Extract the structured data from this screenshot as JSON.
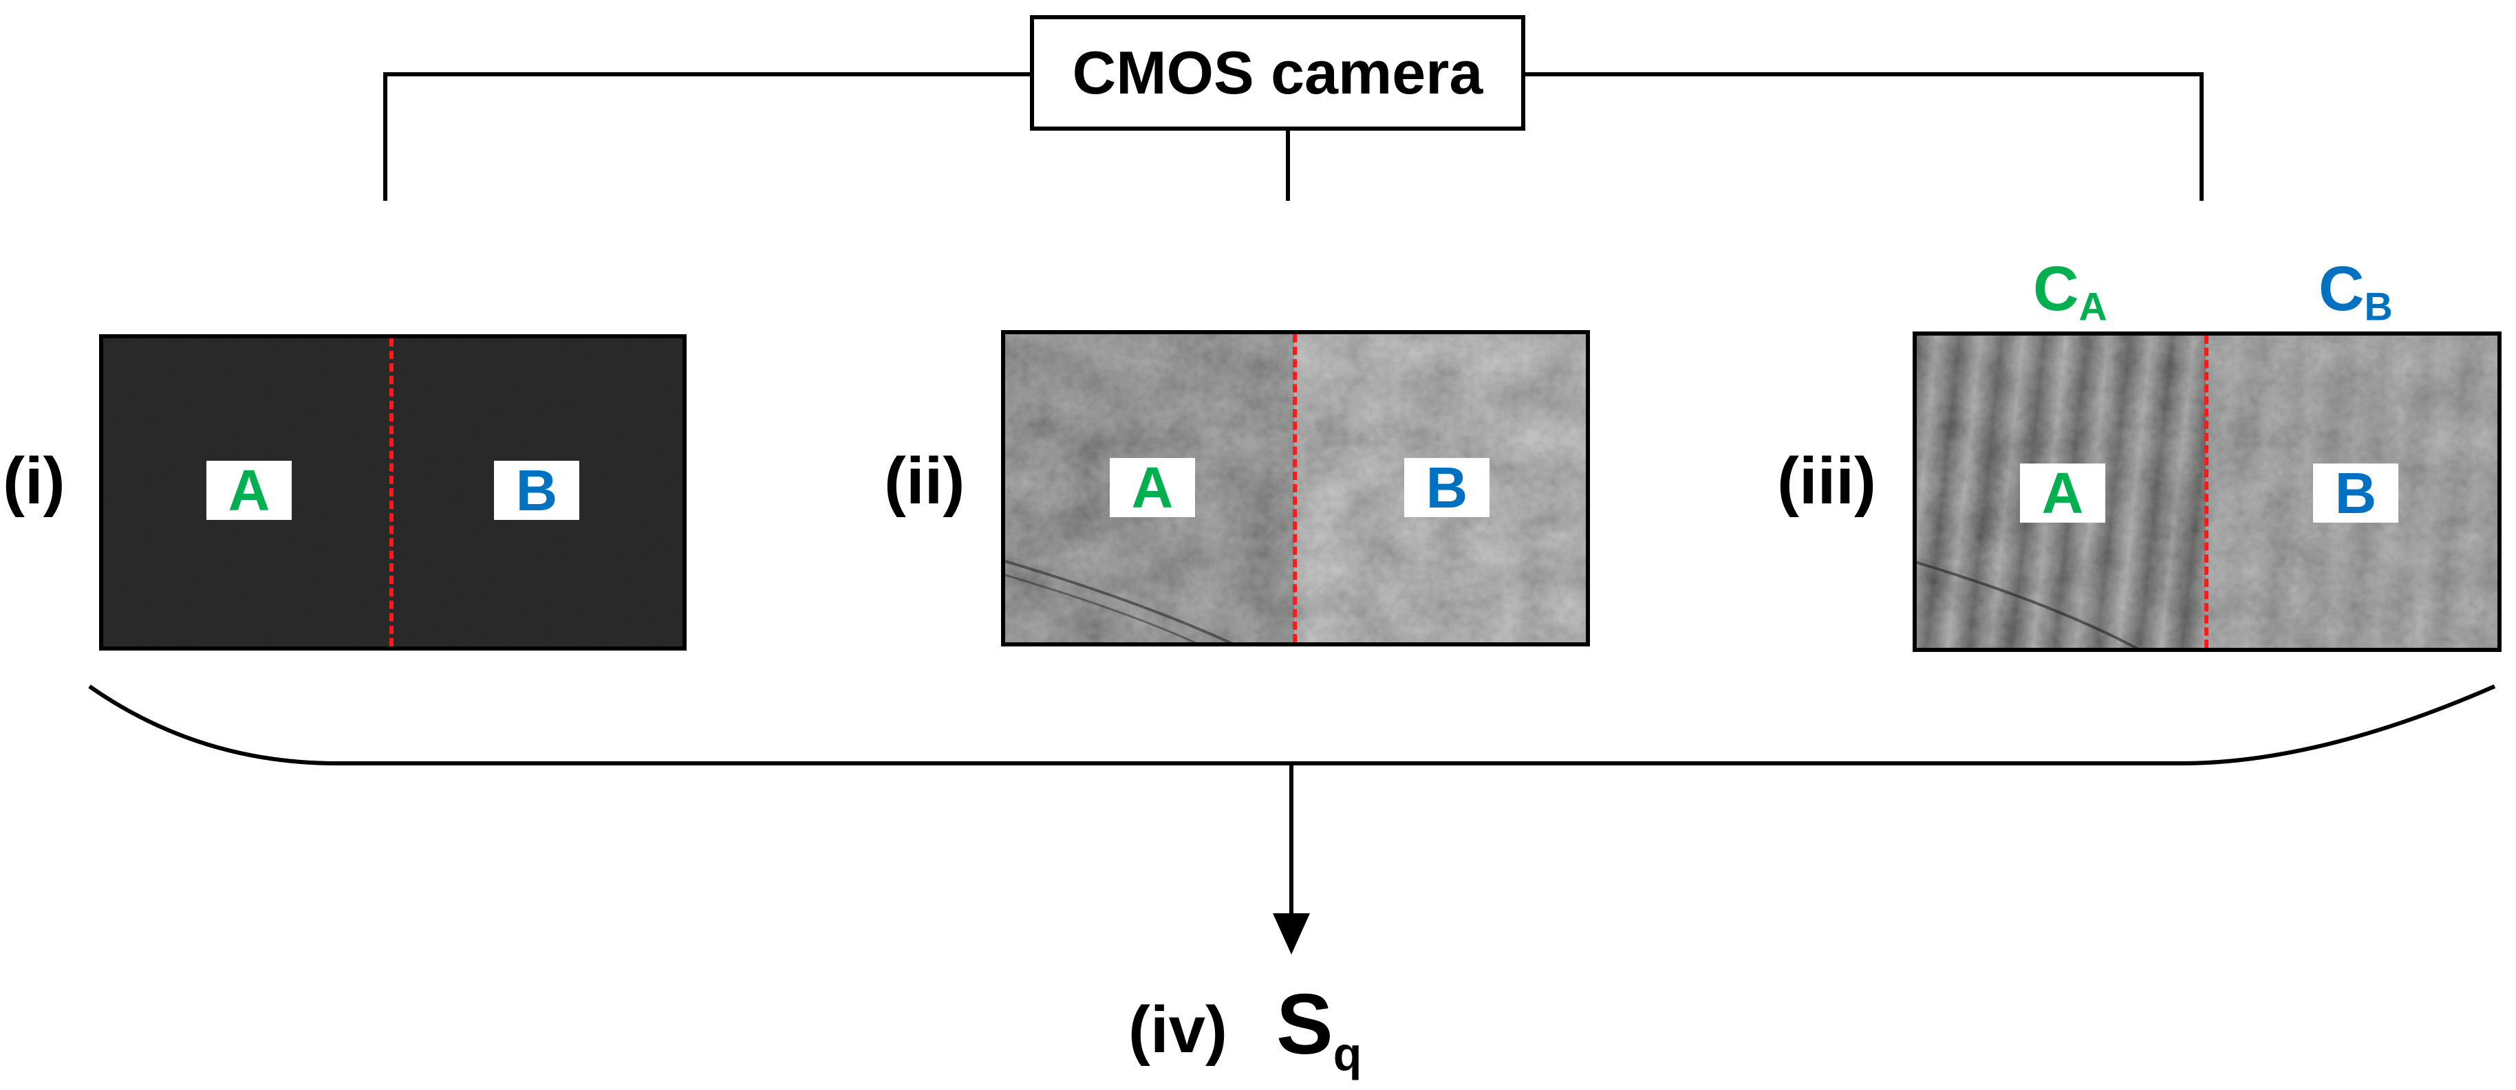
{
  "camera": {
    "label": "CMOS camera"
  },
  "colors": {
    "region_a": "#00b050",
    "region_b": "#0070c0",
    "divider": "#ff1a1a",
    "line": "#000000"
  },
  "panels": [
    {
      "roman": "(i)",
      "region_a": "A",
      "region_b": "B",
      "appearance": "dark"
    },
    {
      "roman": "(ii)",
      "region_a": "A",
      "region_b": "B",
      "appearance": "speckle"
    },
    {
      "roman": "(iii)",
      "region_a": "A",
      "region_b": "B",
      "appearance": "fringes",
      "caption_a": {
        "main": "C",
        "sub": "A"
      },
      "caption_b": {
        "main": "C",
        "sub": "B"
      }
    }
  ],
  "result": {
    "roman": "(iv)",
    "symbol": "S",
    "subscript": "q"
  }
}
